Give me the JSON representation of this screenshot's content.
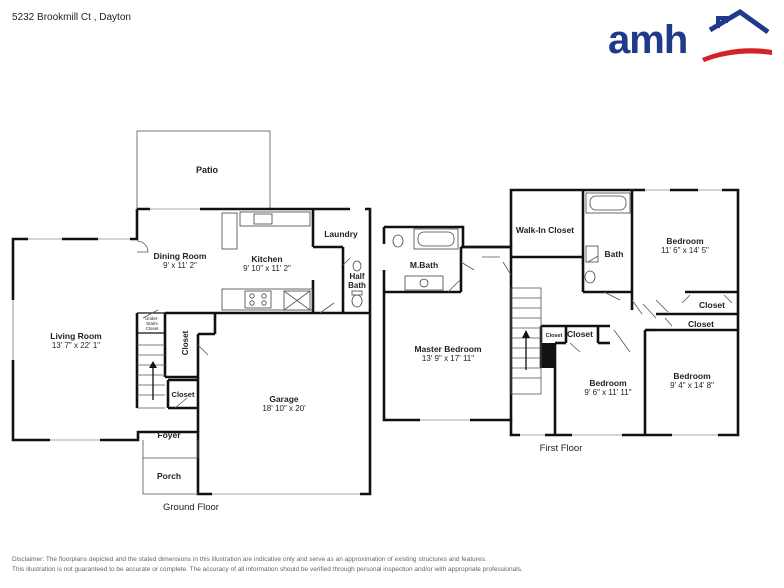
{
  "header": {
    "address": "5232 Brookmill Ct , Dayton"
  },
  "logo": {
    "text": "amh",
    "colors": {
      "blue": "#1f3a8a",
      "red": "#d2232a"
    }
  },
  "floors": {
    "ground": {
      "label": "Ground Floor"
    },
    "first": {
      "label": "First Floor"
    }
  },
  "rooms": {
    "patio": {
      "name": "Patio"
    },
    "dining": {
      "name": "Dining Room",
      "dims": "9' x 11' 2\""
    },
    "kitchen": {
      "name": "Kitchen",
      "dims": "9' 10\" x 11' 2\""
    },
    "laundry": {
      "name": "Laundry"
    },
    "half_bath": {
      "name_line1": "Half",
      "name_line2": "Bath"
    },
    "living": {
      "name": "Living Room",
      "dims": "13' 7\" x 22' 1\""
    },
    "under_stairs": {
      "line1": "Under-",
      "line2": "Stairs",
      "line3": "Closet"
    },
    "closet_vertical": {
      "name": "Closet"
    },
    "closet_foyer": {
      "name": "Closet"
    },
    "foyer": {
      "name": "Foyer"
    },
    "porch": {
      "name": "Porch"
    },
    "garage": {
      "name": "Garage",
      "dims": "18' 10\" x 20'"
    },
    "mbath": {
      "name": "M.Bath"
    },
    "walkin": {
      "name": "Walk-In Closet"
    },
    "master": {
      "name": "Master Bedroom",
      "dims": "13' 9\" x 17' 11\""
    },
    "bath": {
      "name": "Bath"
    },
    "bedroom_a": {
      "name": "Bedroom",
      "dims": "11' 6\" x 14' 5\""
    },
    "closet_a": {
      "name": "Closet"
    },
    "closet_b": {
      "name": "Closet"
    },
    "closet_small": {
      "name": "Closet"
    },
    "closet_c": {
      "name": "Closet"
    },
    "bedroom_b": {
      "name": "Bedroom",
      "dims": "9' 6\" x 11' 11\""
    },
    "bedroom_c": {
      "name": "Bedroom",
      "dims": "9' 4\" x 14' 8\""
    }
  },
  "disclaimer": {
    "line1": "Disclaimer: The floorplans depicted and the stated dimensions in this illustration are indicative only and serve as an approximation of existing structures and features.",
    "line2": "This illustration is not guaranteed to be accurate or complete. The accuracy of all information should be verified through personal inspection and/or with appropriate professionals."
  }
}
